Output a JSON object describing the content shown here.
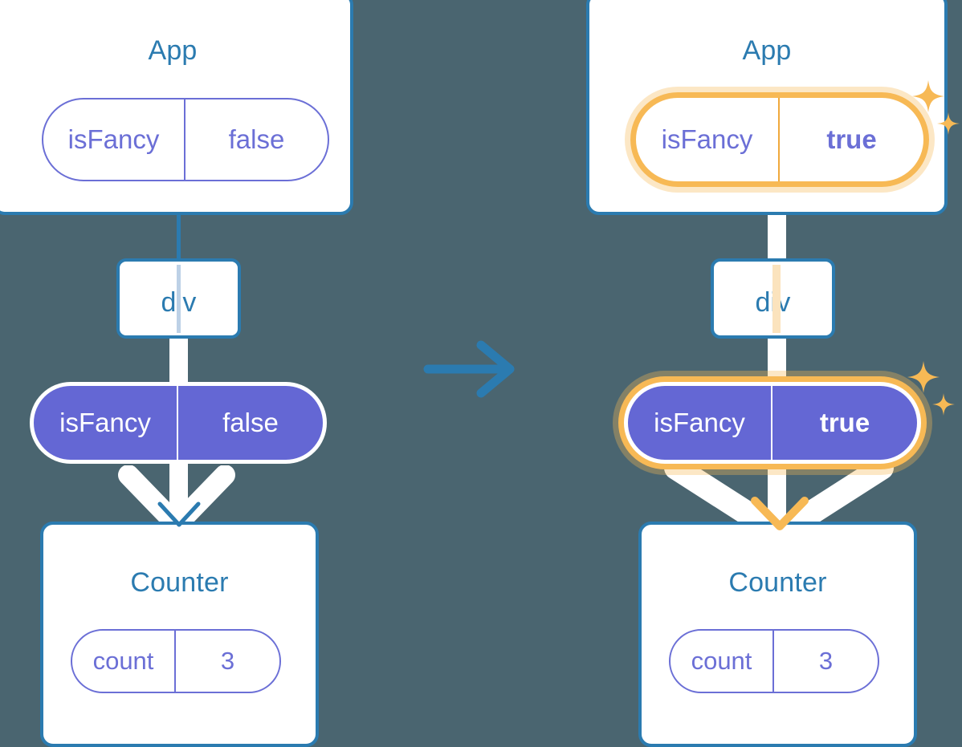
{
  "diagram": {
    "type": "react-state-flow",
    "background_color": "#4a6570",
    "accent_blue": "#2b7bb0",
    "accent_purple": "#6467d4",
    "accent_orange": "#f7b955",
    "transition_icon": "arrow-right-icon"
  },
  "panels": [
    {
      "id": "before",
      "highlighted": false,
      "app": {
        "title": "App",
        "state_pill": {
          "key": "isFancy",
          "value": "false",
          "style": "outline",
          "highlighted": false
        }
      },
      "div": {
        "title": "div"
      },
      "prop": {
        "pill": {
          "key": "isFancy",
          "value": "false",
          "style": "solid",
          "highlighted": false
        }
      },
      "counter": {
        "title": "Counter",
        "state_pill": {
          "key": "count",
          "value": "3",
          "style": "outline",
          "highlighted": false
        }
      },
      "sparkles": false
    },
    {
      "id": "after",
      "highlighted": true,
      "app": {
        "title": "App",
        "state_pill": {
          "key": "isFancy",
          "value": "true",
          "style": "outline",
          "highlighted": true
        }
      },
      "div": {
        "title": "div"
      },
      "prop": {
        "pill": {
          "key": "isFancy",
          "value": "true",
          "style": "solid",
          "highlighted": true
        }
      },
      "counter": {
        "title": "Counter",
        "state_pill": {
          "key": "count",
          "value": "3",
          "style": "outline",
          "highlighted": false
        }
      },
      "sparkles": true
    }
  ]
}
